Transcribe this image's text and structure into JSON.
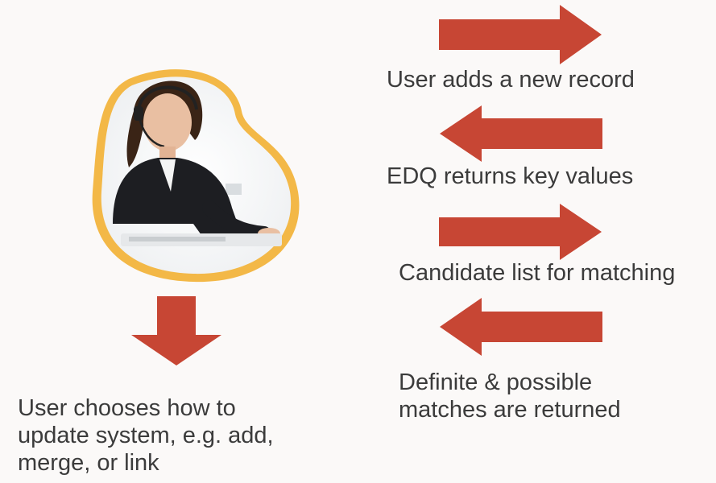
{
  "colors": {
    "arrow": "#c74634",
    "background": "#fbf9f8",
    "text": "#3b3b3b",
    "halo": "#f3b847"
  },
  "illustration": {
    "icon": "call-center-agent-icon"
  },
  "steps": [
    {
      "text": "User adds a new record",
      "direction": "right"
    },
    {
      "text": "EDQ returns key values",
      "direction": "left"
    },
    {
      "text": "Candidate list for matching",
      "direction": "right"
    },
    {
      "text": "Definite & possible",
      "text2": "matches are returned",
      "direction": "left"
    }
  ],
  "outcome": {
    "direction": "down",
    "line1": "User chooses how to",
    "line2": "update system, e.g. add,",
    "line3": "merge, or link"
  }
}
